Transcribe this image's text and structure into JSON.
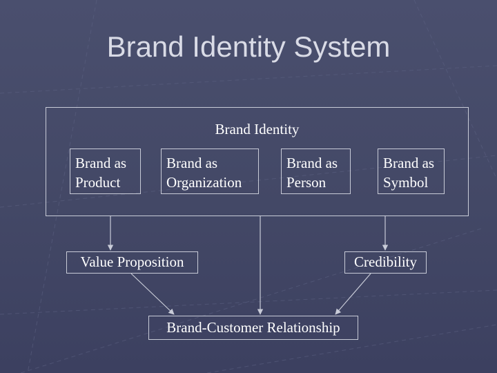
{
  "slide": {
    "title": "Brand Identity System"
  },
  "diagram": {
    "group_label": "Brand Identity",
    "components": [
      {
        "line1": "Brand as",
        "line2": "Product"
      },
      {
        "line1": "Brand as",
        "line2": "Organization"
      },
      {
        "line1": "Brand as",
        "line2": "Person"
      },
      {
        "line1": "Brand as",
        "line2": "Symbol"
      }
    ],
    "value_proposition": "Value Proposition",
    "credibility": "Credibility",
    "relationship": "Brand-Customer Relationship"
  },
  "colors": {
    "background": "#454a69",
    "text": "#ffffff",
    "lines": "#c9ccd8"
  }
}
